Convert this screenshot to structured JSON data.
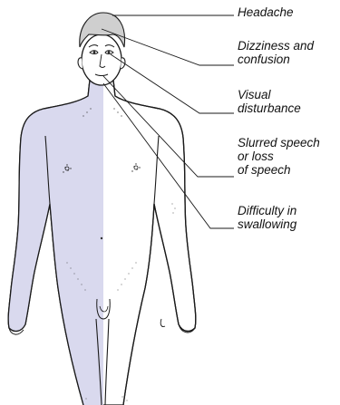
{
  "labels": [
    {
      "id": "headache",
      "text": "Headache"
    },
    {
      "id": "dizziness",
      "text": "Dizziness and\nconfusion"
    },
    {
      "id": "visual",
      "text": "Visual\ndisturbance"
    },
    {
      "id": "speech",
      "text": "Slurred speech\nor loss\nof speech"
    },
    {
      "id": "swallowing",
      "text": "Difficulty in\nswallowing"
    }
  ],
  "colors": {
    "affected_side": "#d9d9ee",
    "outline": "#1a1a1a",
    "leader_line": "#1a1a1a",
    "hair": "#cfcfcf"
  }
}
